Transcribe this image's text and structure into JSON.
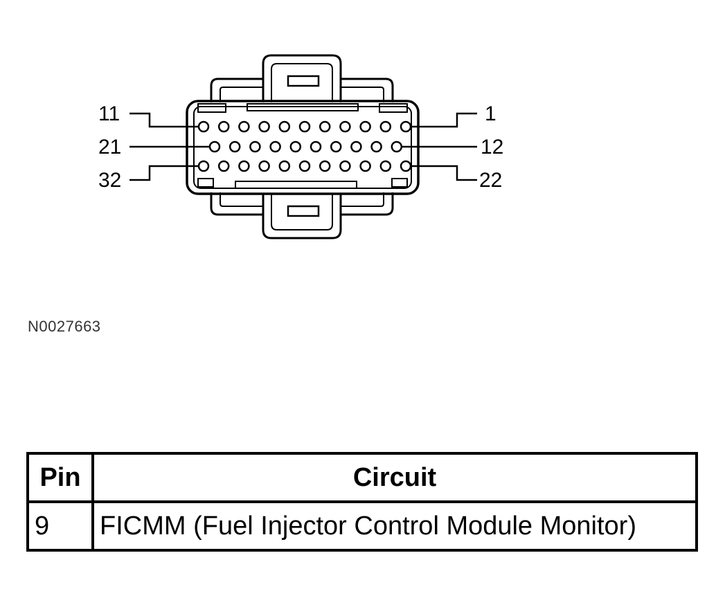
{
  "connector": {
    "pin_labels": {
      "row1_left": "11",
      "row1_right": "1",
      "row2_left": "21",
      "row2_right": "12",
      "row3_left": "32",
      "row3_right": "22"
    },
    "row_pin_counts": [
      11,
      10,
      11
    ]
  },
  "figure_code": "N0027663",
  "table": {
    "headers": {
      "pin": "Pin",
      "circuit": "Circuit"
    },
    "rows": [
      {
        "pin": "9",
        "circuit": "FICMM (Fuel Injector Control Module Monitor)"
      }
    ]
  }
}
